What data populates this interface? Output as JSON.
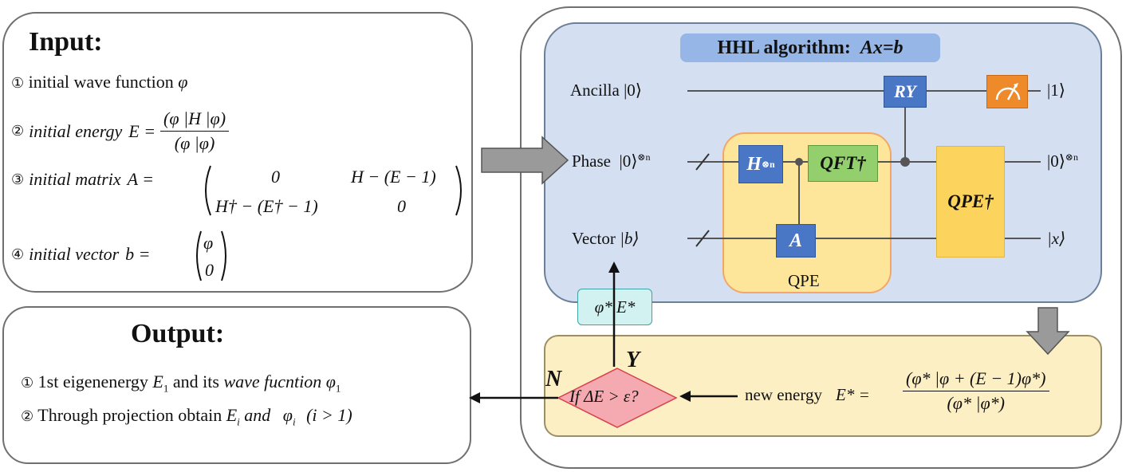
{
  "input": {
    "title": "Input:",
    "items": [
      {
        "num": "①",
        "text": "initial wave function",
        "sym": "φ"
      },
      {
        "num": "②",
        "text": "initial energy",
        "lhs": "E =",
        "num_expr": "(φ |H |φ)",
        "den_expr": "(φ |φ)"
      },
      {
        "num": "③",
        "text": "initial matrix",
        "lhs": "A =",
        "m11": "0",
        "m12": "H − (E − 1)",
        "m21": "H† − (E† − 1)",
        "m22": "0"
      },
      {
        "num": "④",
        "text": "initial vector",
        "lhs": "b =",
        "v1": "φ",
        "v2": "0"
      }
    ]
  },
  "output": {
    "title": "Output:",
    "items": [
      {
        "num": "①",
        "text_a": "1st eigenenergy",
        "sym_a": "E",
        "sub_a": "1",
        "text_b": "and its",
        "text_c": "wave fucntion",
        "sym_c": "φ",
        "sub_c": "1"
      },
      {
        "num": "②",
        "text_a": "Through projection obtain",
        "sym_a": "E",
        "sub_a": "i",
        "text_b": "and",
        "sym_c": "φ",
        "sub_c": "i",
        "cond": "(i > 1)"
      }
    ]
  },
  "hhl": {
    "title_plain": "HHL algorithm:",
    "title_eq": "Ax=b",
    "qubits": {
      "ancilla": {
        "label": "Ancilla",
        "ket": "|0⟩",
        "out": "|1⟩"
      },
      "phase": {
        "label": "Phase",
        "ket": "|0⟩",
        "sup": "⊗n",
        "out": "|0⟩",
        "out_sup": "⊗n"
      },
      "vector": {
        "label": "Vector",
        "ket": "|b⟩",
        "out": "|x⟩"
      }
    },
    "gates": {
      "hadamard": "H",
      "hadamard_sup": "⊗n",
      "qft_dagger": "QFT†",
      "ry": "RY",
      "unitary_a": "A",
      "qpe_dagger": "QPE†"
    },
    "qpe_label": "QPE"
  },
  "loop": {
    "result_box": "φ* E*",
    "decision": "If ΔE > ε?",
    "yes": "Y",
    "no": "N",
    "new_energy_text": "new energy",
    "new_energy_lhs": "E* =",
    "new_energy_num": "(φ* |φ + (E − 1)φ*)",
    "new_energy_den": "(φ* |φ*)"
  },
  "colors": {
    "gate_blue": "#4a76c6",
    "qft_green": "#93cf6d",
    "qpe_region": "#fde69a",
    "qpe_dagger": "#fbd35d",
    "meter_orange": "#ee8a2a",
    "decision_pink": "#f4aab0",
    "result_cyan": "#d2f2f1",
    "hhl_bg": "#d4dff2",
    "energy_bg": "#fdefc4"
  }
}
